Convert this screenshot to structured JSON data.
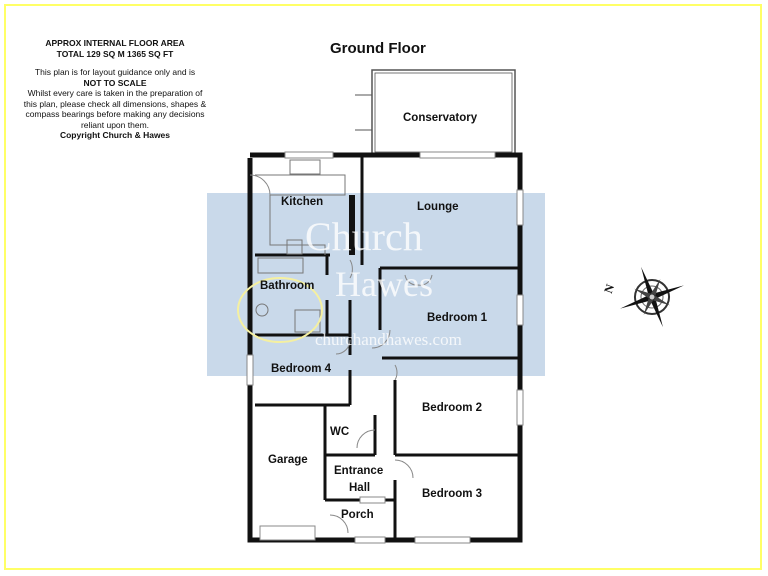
{
  "notes": {
    "heading_1": "APPROX INTERNAL FLOOR AREA",
    "heading_2": "TOTAL 129 SQ M 1365 SQ FT",
    "line_1": "This plan is for layout guidance only and is",
    "not_to_scale": "NOT TO SCALE",
    "line_2": "Whilst every care is taken in the preparation of this plan, please check all dimensions, shapes & compass bearings before making any decisions reliant upon them.",
    "copyright": "Copyright Church & Hawes"
  },
  "floor_title": "Ground Floor",
  "rooms": {
    "conservatory": "Conservatory",
    "kitchen": "Kitchen",
    "lounge": "Lounge",
    "bathroom": "Bathroom",
    "bedroom1": "Bedroom 1",
    "bedroom4": "Bedroom 4",
    "bedroom2": "Bedroom 2",
    "wc": "WC",
    "garage": "Garage",
    "entrance_hall_1": "Entrance",
    "entrance_hall_2": "Hall",
    "bedroom3": "Bedroom 3",
    "porch": "Porch"
  },
  "watermark": {
    "line1": "Church",
    "line2": "Hawes",
    "url": "churchandhawes.com",
    "band_color": "#c9d9ea"
  },
  "compass": {
    "north_label": "N"
  }
}
